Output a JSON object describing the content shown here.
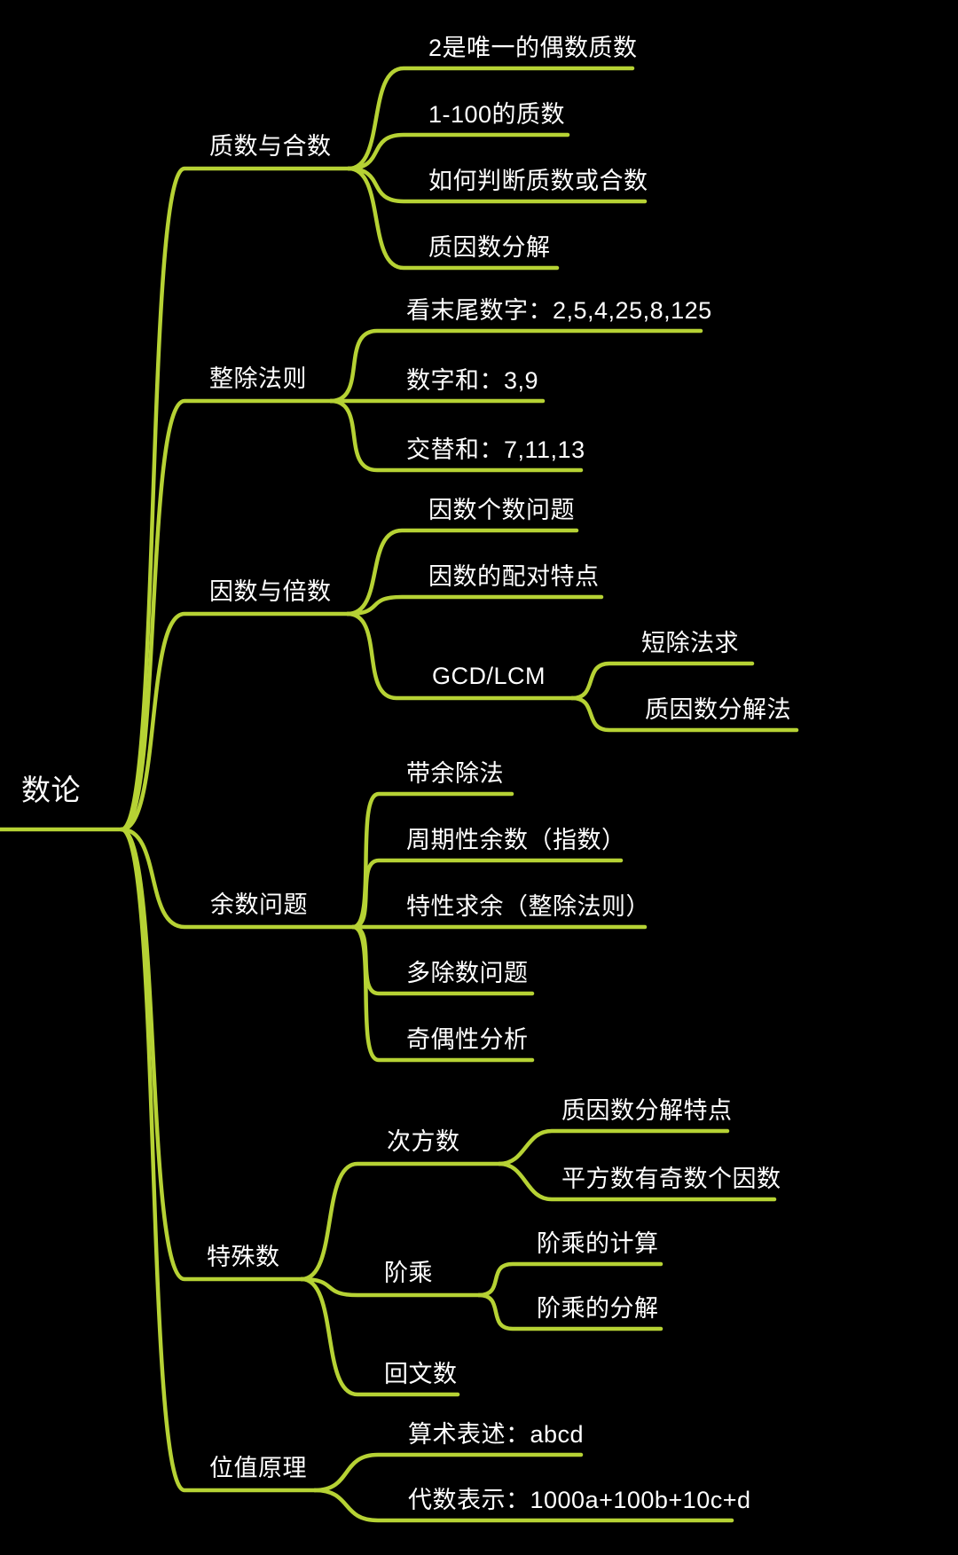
{
  "root": {
    "label": "数论"
  },
  "branches": [
    {
      "label": "质数与合数",
      "children": [
        {
          "label": "2是唯一的偶数质数"
        },
        {
          "label": "1-100的质数"
        },
        {
          "label": "如何判断质数或合数"
        },
        {
          "label": "质因数分解"
        }
      ]
    },
    {
      "label": "整除法则",
      "children": [
        {
          "label": "看末尾数字：2,5,4,25,8,125"
        },
        {
          "label": "数字和：3,9"
        },
        {
          "label": "交替和：7,11,13"
        }
      ]
    },
    {
      "label": "因数与倍数",
      "children": [
        {
          "label": "因数个数问题"
        },
        {
          "label": "因数的配对特点"
        },
        {
          "label": "GCD/LCM",
          "children": [
            {
              "label": "短除法求"
            },
            {
              "label": "质因数分解法"
            }
          ]
        }
      ]
    },
    {
      "label": "余数问题",
      "children": [
        {
          "label": "带余除法"
        },
        {
          "label": "周期性余数（指数）"
        },
        {
          "label": "特性求余（整除法则）"
        },
        {
          "label": "多除数问题"
        },
        {
          "label": "奇偶性分析"
        }
      ]
    },
    {
      "label": "特殊数",
      "children": [
        {
          "label": "次方数",
          "children": [
            {
              "label": "质因数分解特点"
            },
            {
              "label": "平方数有奇数个因数"
            }
          ]
        },
        {
          "label": "阶乘",
          "children": [
            {
              "label": "阶乘的计算"
            },
            {
              "label": "阶乘的分解"
            }
          ]
        },
        {
          "label": "回文数"
        }
      ]
    },
    {
      "label": "位值原理",
      "children": [
        {
          "label": "算术表述：abcd"
        },
        {
          "label": "代数表示：1000a+100b+10c+d"
        }
      ]
    }
  ],
  "colors": {
    "background": "#000000",
    "branch": "#b6d234",
    "text": "#ffffff"
  }
}
